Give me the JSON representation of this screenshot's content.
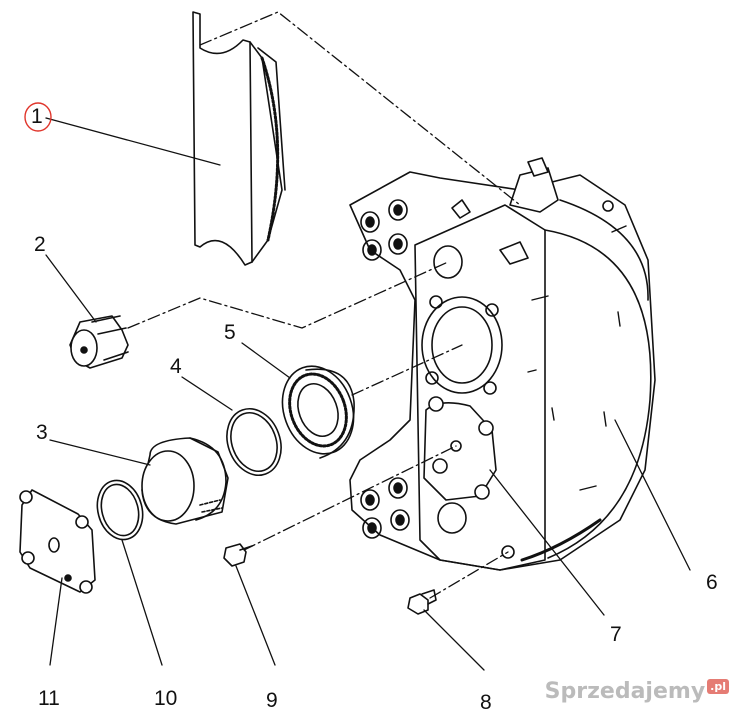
{
  "colors": {
    "ink": "#111111",
    "highlight": "#e0352b",
    "watermark": "#afafaf"
  },
  "callouts": [
    {
      "label": "1",
      "highlighted": true
    },
    {
      "label": "2"
    },
    {
      "label": "3"
    },
    {
      "label": "4"
    },
    {
      "label": "5"
    },
    {
      "label": "6"
    },
    {
      "label": "7"
    },
    {
      "label": "8"
    },
    {
      "label": "9"
    },
    {
      "label": "10"
    },
    {
      "label": "11"
    }
  ],
  "watermark": {
    "text": "Sprzedajemy",
    "badge": ".pl"
  }
}
